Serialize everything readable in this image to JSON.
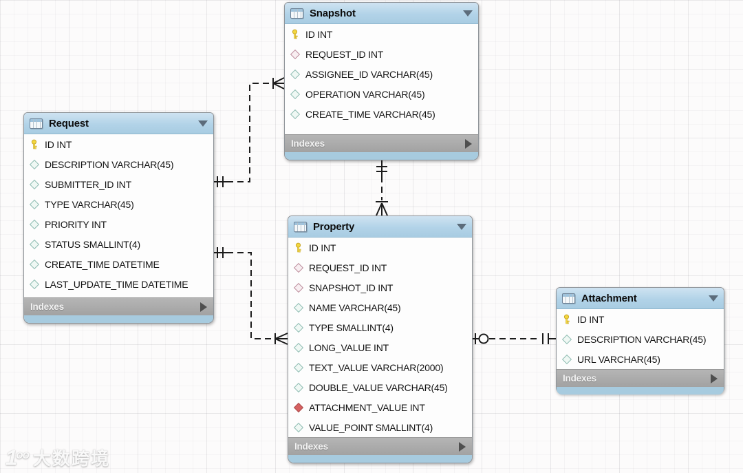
{
  "diagram": {
    "tables": [
      {
        "id": "snapshot",
        "title": "Snapshot",
        "indexes_label": "Indexes",
        "fields": [
          {
            "icon": "primary-key-icon",
            "type": "key",
            "label": "ID INT"
          },
          {
            "icon": "fk-diamond-icon",
            "type": "fk",
            "label": "REQUEST_ID INT"
          },
          {
            "icon": "column-diamond-icon",
            "type": "col",
            "label": "ASSIGNEE_ID VARCHAR(45)"
          },
          {
            "icon": "column-diamond-icon",
            "type": "col",
            "label": "OPERATION VARCHAR(45)"
          },
          {
            "icon": "column-diamond-icon",
            "type": "col",
            "label": "CREATE_TIME VARCHAR(45)"
          }
        ]
      },
      {
        "id": "request",
        "title": "Request",
        "indexes_label": "Indexes",
        "fields": [
          {
            "icon": "primary-key-icon",
            "type": "key",
            "label": "ID INT"
          },
          {
            "icon": "column-diamond-icon",
            "type": "col",
            "label": "DESCRIPTION VARCHAR(45)"
          },
          {
            "icon": "column-diamond-icon",
            "type": "col",
            "label": "SUBMITTER_ID INT"
          },
          {
            "icon": "column-diamond-icon",
            "type": "col",
            "label": "TYPE VARCHAR(45)"
          },
          {
            "icon": "column-diamond-icon",
            "type": "col",
            "label": "PRIORITY INT"
          },
          {
            "icon": "column-diamond-icon",
            "type": "col",
            "label": "STATUS SMALLINT(4)"
          },
          {
            "icon": "column-diamond-icon",
            "type": "col",
            "label": "CREATE_TIME DATETIME"
          },
          {
            "icon": "column-diamond-icon",
            "type": "col",
            "label": "LAST_UPDATE_TIME DATETIME"
          }
        ]
      },
      {
        "id": "property",
        "title": "Property",
        "indexes_label": "Indexes",
        "fields": [
          {
            "icon": "primary-key-icon",
            "type": "key",
            "label": "ID INT"
          },
          {
            "icon": "fk-diamond-icon",
            "type": "fk",
            "label": "REQUEST_ID INT"
          },
          {
            "icon": "fk-diamond-icon",
            "type": "fk",
            "label": "SNAPSHOT_ID INT"
          },
          {
            "icon": "column-diamond-icon",
            "type": "col",
            "label": "NAME VARCHAR(45)"
          },
          {
            "icon": "column-diamond-icon",
            "type": "col",
            "label": "TYPE SMALLINT(4)"
          },
          {
            "icon": "column-diamond-icon",
            "type": "col",
            "label": "LONG_VALUE INT"
          },
          {
            "icon": "column-diamond-icon",
            "type": "col",
            "label": "TEXT_VALUE VARCHAR(2000)"
          },
          {
            "icon": "column-diamond-icon",
            "type": "col",
            "label": "DOUBLE_VALUE VARCHAR(45)"
          },
          {
            "icon": "fk-required-diamond-icon",
            "type": "fkreq",
            "label": "ATTACHMENT_VALUE INT"
          },
          {
            "icon": "column-diamond-icon",
            "type": "col",
            "label": "VALUE_POINT SMALLINT(4)"
          }
        ]
      },
      {
        "id": "attachment",
        "title": "Attachment",
        "indexes_label": "Indexes",
        "fields": [
          {
            "icon": "primary-key-icon",
            "type": "key",
            "label": "ID INT"
          },
          {
            "icon": "column-diamond-icon",
            "type": "col",
            "label": "DESCRIPTION VARCHAR(45)"
          },
          {
            "icon": "column-diamond-icon",
            "type": "col",
            "label": "URL VARCHAR(45)"
          }
        ]
      }
    ],
    "relationships": [
      {
        "from": "Request",
        "to": "Snapshot",
        "from_cardinality": "one-exactly",
        "to_cardinality": "many",
        "line_style": "dashed"
      },
      {
        "from": "Request",
        "to": "Property",
        "from_cardinality": "one-exactly",
        "to_cardinality": "many",
        "line_style": "dashed"
      },
      {
        "from": "Snapshot",
        "to": "Property",
        "from_cardinality": "one-exactly",
        "to_cardinality": "many",
        "line_style": "dashed"
      },
      {
        "from": "Property",
        "to": "Attachment",
        "from_cardinality": "zero-or-one",
        "to_cardinality": "one-exactly",
        "line_style": "dashed"
      }
    ]
  },
  "watermark": {
    "logo_one": "1",
    "logo_oo": "oo",
    "text": "大数跨境"
  },
  "colors": {
    "header_blue": "#b2d3e8",
    "footer_blue": "#a7cbdf",
    "indexes_gray": "#a8a8a8",
    "key_yellow": "#f3d73e",
    "fk_diamond_outline": "#bd8e9d",
    "column_diamond_outline": "#90bdb3",
    "required_fk_fill": "#d66060",
    "line_black": "#1b1b1b"
  }
}
